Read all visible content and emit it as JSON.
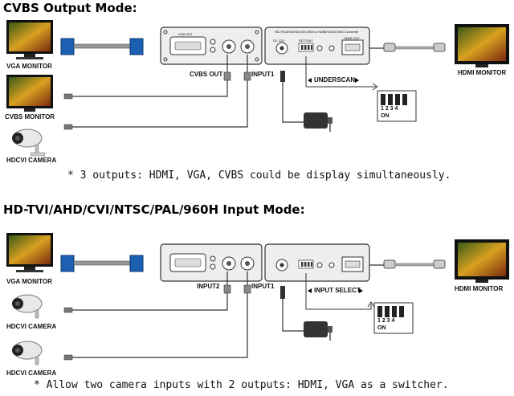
{
  "section1": {
    "heading": "CVBS Output Mode:",
    "vga_monitor": "VGA MONITOR",
    "cvbs_monitor": "CVBS MONITOR",
    "camera": "HDCVI CAMERA",
    "hdmi_monitor": "HDMI MONITOR",
    "cvbs_out": "CVBS OUT",
    "input1": "INPUT1",
    "underscan": "UNDERSCAN",
    "dip_on": "ON",
    "dip_numbers": "1 2 3 4",
    "note": "* 3 outputs: HDMI, VGA, CVBS could be display simultaneously."
  },
  "section2": {
    "heading": "HD-TVI/AHD/CVI/NTSC/PAL/960H Input Mode:",
    "vga_monitor": "VGA MONITOR",
    "camera1": "HDCVI CAMERA",
    "camera2": "HDCVI CAMERA",
    "hdmi_monitor": "HDMI MONITOR",
    "input2": "INPUT2",
    "input1": "INPUT1",
    "input_select": "INPUT SELECT",
    "dip_on": "ON",
    "dip_numbers": "1 2 3 4",
    "note": "* Allow two camera inputs with 2 outputs: HDMI, VGA as a switcher."
  },
  "device": {
    "vga_out": "VGA OUT",
    "title": "HD-TVI/AHD/HDCVI/CVBS to HDMI/VGA/CVBS Converter",
    "hdmi_out": "HDMI OUT",
    "dc_in": "DC 12V",
    "setting": "SETTING"
  }
}
